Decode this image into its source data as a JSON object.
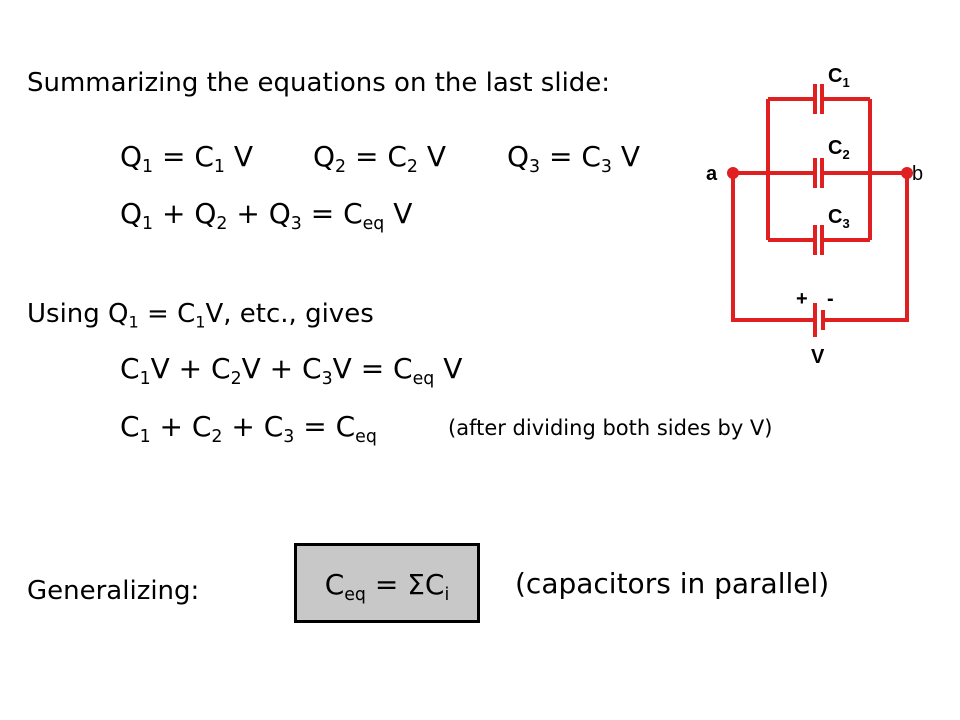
{
  "heading": "Summarizing the equations on the last slide:",
  "eq1": {
    "a": {
      "q": "Q",
      "qs": "1",
      "mid": " = C",
      "cs": "1",
      "end": " V"
    },
    "b": {
      "q": "Q",
      "qs": "2",
      "mid": " = C",
      "cs": "2",
      "end": " V"
    },
    "c": {
      "q": "Q",
      "qs": "3",
      "mid": " = C",
      "cs": "3",
      "end": " V"
    }
  },
  "eq2": {
    "p1": "Q",
    "s1": "1",
    "p2": " + Q",
    "s2": "2",
    "p3": " + Q",
    "s3": "3",
    "p4": " = C",
    "s4": "eq",
    "p5": " V"
  },
  "using": {
    "p1": "Using Q",
    "s1": "1",
    "p2": " = C",
    "s2": "1",
    "p3": "V, etc., gives"
  },
  "eq3": {
    "p1": "C",
    "s1": "1",
    "p2": "V + C",
    "s2": "2",
    "p3": "V + C",
    "s3": "3",
    "p4": "V = C",
    "s4": "eq",
    "p5": " V"
  },
  "eq4": {
    "p1": "C",
    "s1": "1",
    "p2": " + C",
    "s2": "2",
    "p3": " + C",
    "s3": "3",
    "p4": " = C",
    "s4": "eq"
  },
  "note": "(after dividing both sides by V)",
  "generalizing": "Generalizing:",
  "box": {
    "p1": "C",
    "s1": "eq",
    "p2": " = ΣC",
    "s2": "i"
  },
  "parallel_note": "(capacitors in parallel)",
  "circuit": {
    "wire_color": "#e02020",
    "c1": {
      "main": "C",
      "sub": "1"
    },
    "c2": {
      "main": "C",
      "sub": "2"
    },
    "c3": {
      "main": "C",
      "sub": "3"
    },
    "node_a": "a",
    "node_b": "b",
    "plus": "+",
    "minus": "-",
    "battery": "V"
  }
}
